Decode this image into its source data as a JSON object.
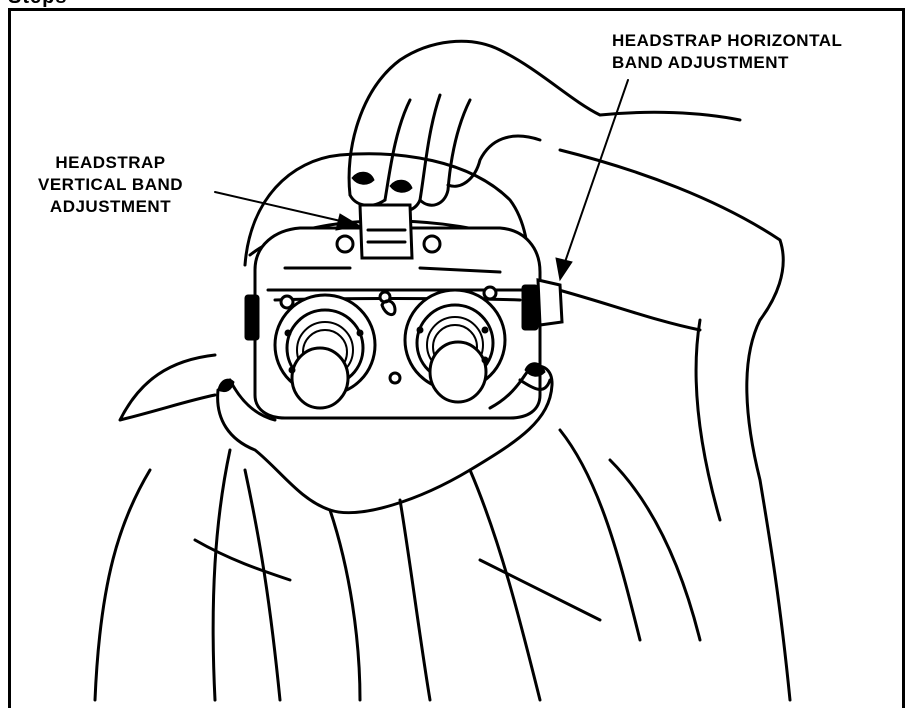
{
  "header": {
    "partial_text": "Steps"
  },
  "callouts": {
    "horizontal": {
      "line1": "HEADSTRAP HORIZONTAL",
      "line2": "BAND ADJUSTMENT"
    },
    "vertical": {
      "line1": "HEADSTRAP",
      "line2": "VERTICAL BAND",
      "line3": "ADJUSTMENT"
    }
  }
}
